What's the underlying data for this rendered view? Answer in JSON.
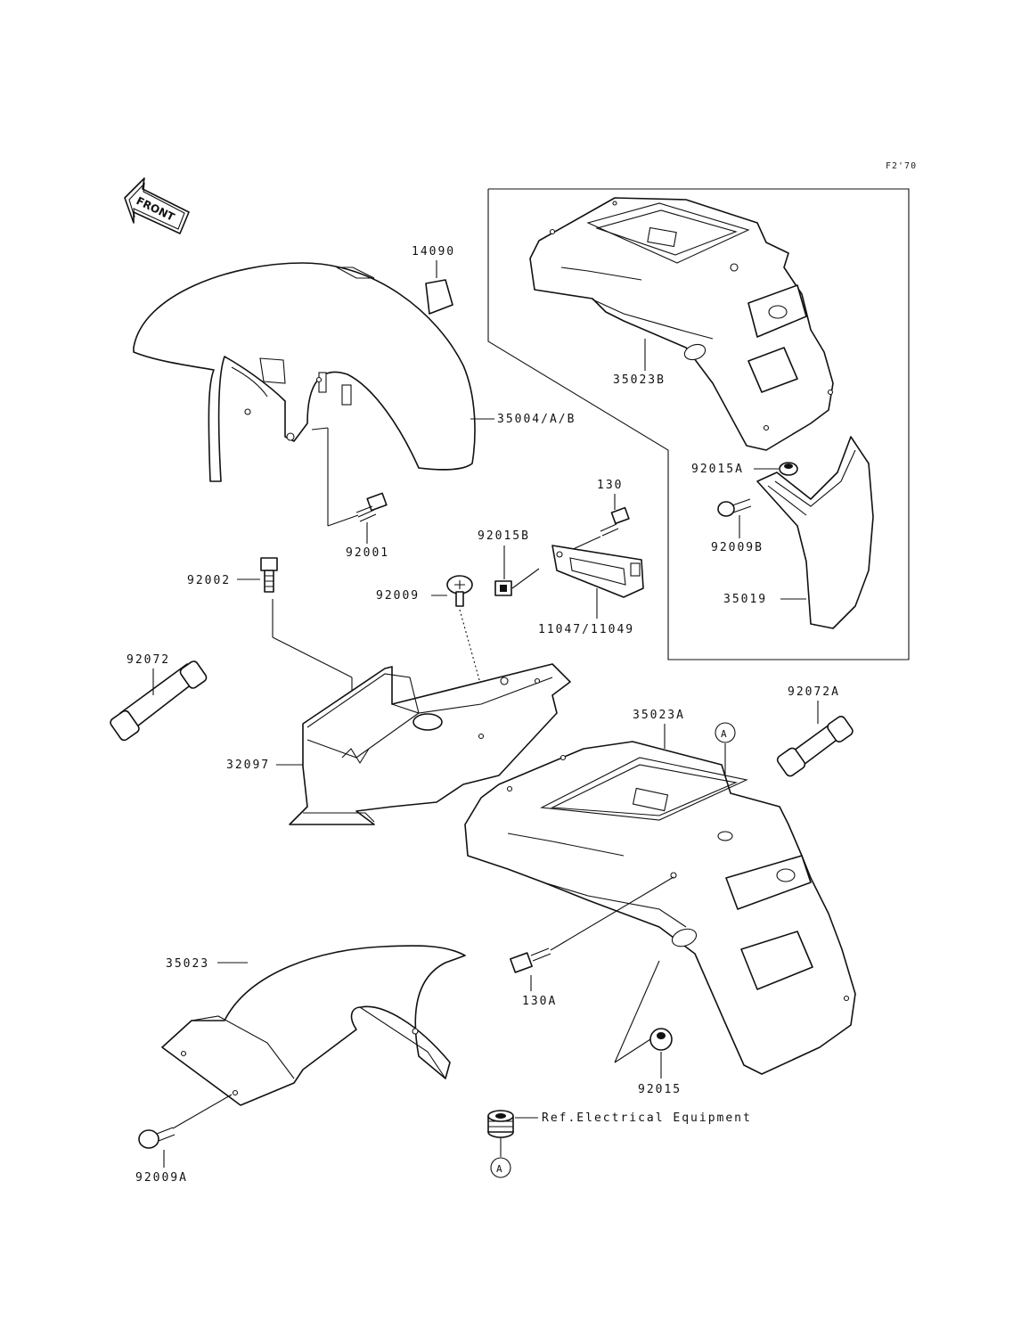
{
  "figure_ref": "F2'70",
  "front_arrow": {
    "label": "FRONT"
  },
  "circle_marker": "A",
  "labels": {
    "p14090": "14090",
    "p35023B": "35023B",
    "p35004AB": "35004/A/B",
    "p92015A_top": "92015A",
    "p92009B": "92009B",
    "p35019": "35019",
    "p92001": "92001",
    "p130": "130",
    "p92015B": "92015B",
    "p92002": "92002",
    "p92009": "92009",
    "p11047_11049": "11047/11049",
    "p92072": "92072",
    "p92072A": "92072A",
    "p35023A": "35023A",
    "p32097": "32097",
    "p35023": "35023",
    "p130A": "130A",
    "p92015": "92015",
    "p92009A": "92009A",
    "ref_electrical": "Ref.Electrical Equipment"
  }
}
